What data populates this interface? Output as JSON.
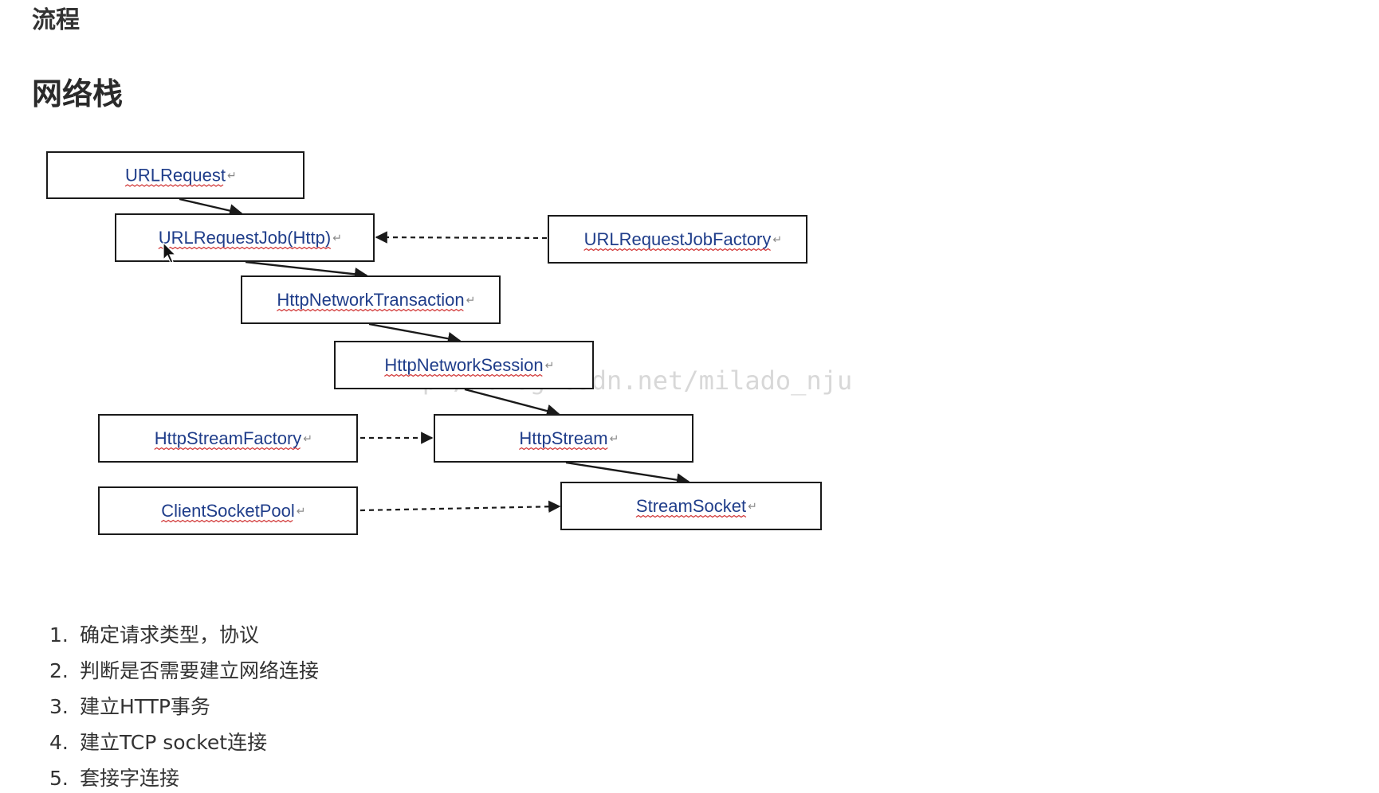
{
  "headings": {
    "section": "流程",
    "title": "网络栈"
  },
  "diagram": {
    "para_mark": "↵",
    "watermark": "http://blog.csdn.net/milado_nju",
    "nodes": [
      {
        "id": "url-request",
        "label": "URLRequest"
      },
      {
        "id": "url-request-job",
        "label": "URLRequestJob(Http)"
      },
      {
        "id": "url-request-job-factory",
        "label": "URLRequestJobFactory"
      },
      {
        "id": "http-network-transaction",
        "label": "HttpNetworkTransaction"
      },
      {
        "id": "http-network-session",
        "label": "HttpNetworkSession"
      },
      {
        "id": "http-stream-factory",
        "label": "HttpStreamFactory"
      },
      {
        "id": "http-stream",
        "label": "HttpStream"
      },
      {
        "id": "client-socket-pool",
        "label": "ClientSocketPool"
      },
      {
        "id": "stream-socket",
        "label": "StreamSocket"
      }
    ],
    "edges": [
      {
        "from": "url-request",
        "to": "url-request-job",
        "style": "solid"
      },
      {
        "from": "url-request-job-factory",
        "to": "url-request-job",
        "style": "dashed"
      },
      {
        "from": "url-request-job",
        "to": "http-network-transaction",
        "style": "solid"
      },
      {
        "from": "http-network-transaction",
        "to": "http-network-session",
        "style": "solid"
      },
      {
        "from": "http-network-session",
        "to": "http-stream",
        "style": "solid"
      },
      {
        "from": "http-stream-factory",
        "to": "http-stream",
        "style": "dashed"
      },
      {
        "from": "http-stream",
        "to": "stream-socket",
        "style": "solid"
      },
      {
        "from": "client-socket-pool",
        "to": "stream-socket",
        "style": "dashed"
      }
    ]
  },
  "steps": [
    {
      "num": "1.",
      "text": "确定请求类型，协议"
    },
    {
      "num": "2.",
      "text": "判断是否需要建立网络连接"
    },
    {
      "num": "3.",
      "text": "建立HTTP事务"
    },
    {
      "num": "4.",
      "text": "建立TCP socket连接"
    },
    {
      "num": "5.",
      "text": "套接字连接"
    }
  ]
}
